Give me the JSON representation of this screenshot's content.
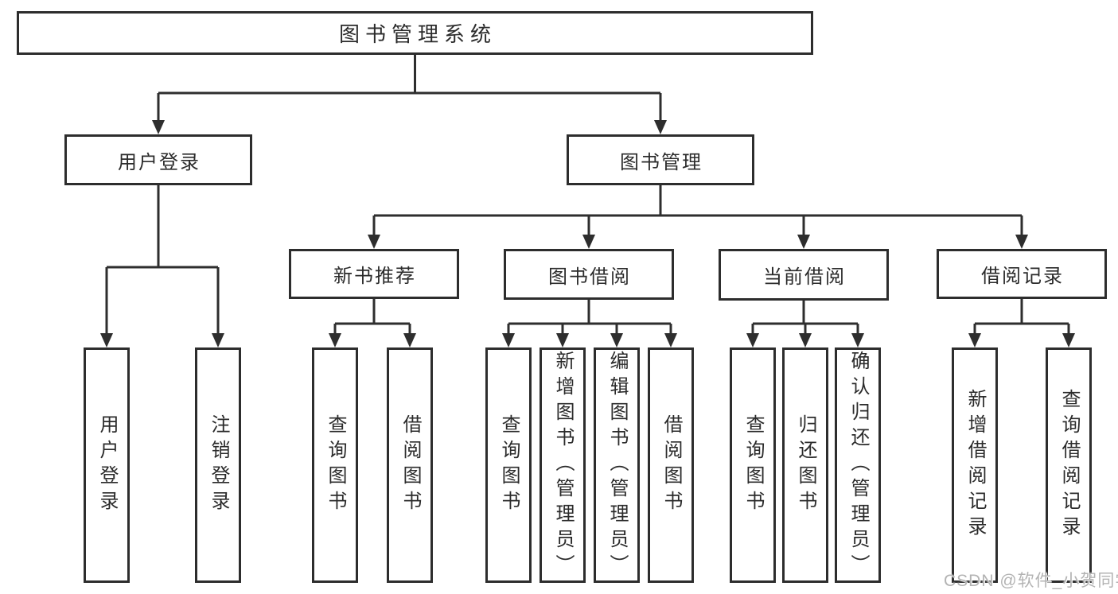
{
  "tree": {
    "root": {
      "label": "图书管理系统"
    },
    "branches": [
      {
        "label": "用户登录",
        "children": [
          {
            "label": "用户登录"
          },
          {
            "label": "注销登录"
          }
        ]
      },
      {
        "label": "图书管理",
        "children": [
          {
            "label": "新书推荐",
            "children": [
              {
                "label": "查询图书"
              },
              {
                "label": "借阅图书"
              }
            ]
          },
          {
            "label": "图书借阅",
            "children": [
              {
                "label": "查询图书"
              },
              {
                "label": "新增图书（管理员）"
              },
              {
                "label": "编辑图书（管理员）"
              },
              {
                "label": "借阅图书"
              }
            ]
          },
          {
            "label": "当前借阅",
            "children": [
              {
                "label": "查询图书"
              },
              {
                "label": "归还图书"
              },
              {
                "label": "确认归还（管理员）"
              }
            ]
          },
          {
            "label": "借阅记录",
            "children": [
              {
                "label": "新增借阅记录"
              },
              {
                "label": "查询借阅记录"
              }
            ]
          }
        ]
      }
    ]
  },
  "watermark": "CSDN @软件_小贺同学",
  "colors": {
    "line": "#2e2e2e",
    "box_border": "#2d2d2d",
    "text": "#2b2b2b",
    "background": "#ffffff",
    "watermark": "#b3b3b3"
  }
}
